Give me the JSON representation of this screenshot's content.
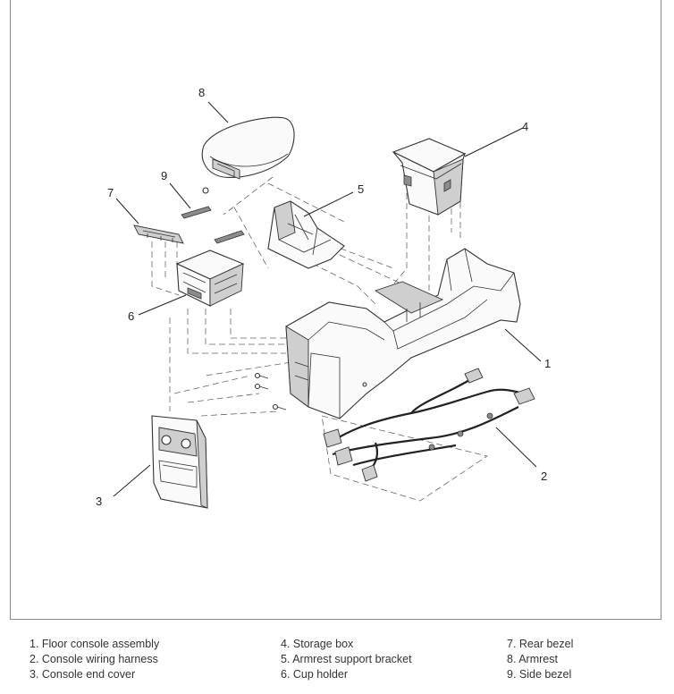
{
  "diagram": {
    "callouts": [
      "1",
      "2",
      "3",
      "4",
      "5",
      "6",
      "7",
      "8",
      "9"
    ]
  },
  "legend": {
    "column1": [
      "1. Floor console assembly",
      "2. Console wiring harness",
      "3. Console end cover"
    ],
    "column2": [
      "4. Storage box",
      "5. Armrest support bracket",
      "6. Cup holder"
    ],
    "column3": [
      "7. Rear bezel",
      "8. Armrest",
      "9. Side bezel"
    ]
  }
}
